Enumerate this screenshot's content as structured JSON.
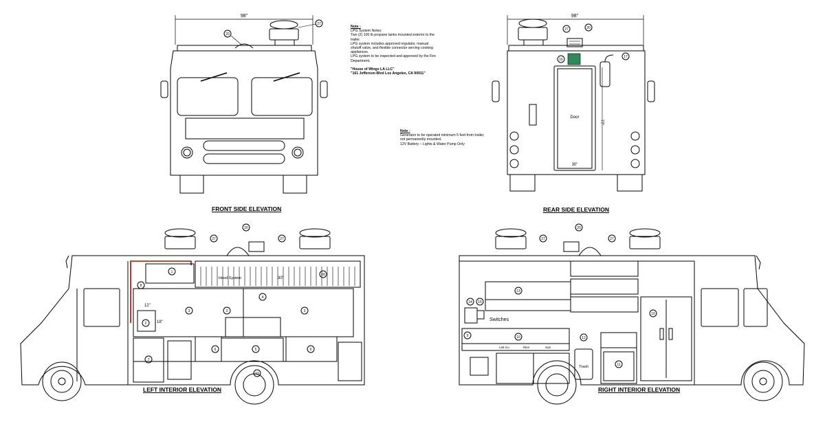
{
  "views": {
    "front_title": "FRONT SIDE ELEVATION",
    "rear_title": "REAR SIDE ELEVATION",
    "left_title": "LEFT INTERIOR ELEVATION",
    "right_title": "RIGHT INTERIOR ELEVATION"
  },
  "dimensions": {
    "front_width": "98\"",
    "rear_width": "98\"",
    "door_width": "30\"",
    "door_height": "77\"",
    "left_width_a": "12\"",
    "left_height_a": "18\"",
    "left_width_b": "30\""
  },
  "labels": {
    "door": "Door",
    "switches": "Switches",
    "trash": "Trash",
    "hood": "Hood System",
    "switch_a": "Lett Ico",
    "switch_b": "Rles",
    "switch_c": "Sub"
  },
  "note1": {
    "title": "Note :",
    "lines": [
      "LPG System Notes:",
      "Two (2) 100 lb propane tanks mounted exterior to the",
      "trailer.",
      "LPG system includes approved regulator, manual",
      "shutoff valve, and flexible connector serving cooking",
      "appliances.",
      "LPG system to be inspected and approved by the Fire",
      "Department."
    ],
    "owner": "\"House of Wings LA LLC\"",
    "address": "\"161 Jefferson Blvd Los Angeles, CA 90011\""
  },
  "note2": {
    "title": "Note :",
    "lines": [
      "Generator to be operated minimum 5 feet from trailer,",
      "not permanently mounted.",
      "12V Battery – Lights & Water Pump Only"
    ]
  },
  "callouts": {
    "front": [
      "20",
      "27"
    ],
    "rear": [
      "27",
      "20",
      "16",
      "17"
    ],
    "left_top": [
      "27",
      "20",
      "27"
    ],
    "left_inside": [
      "8",
      "1",
      "18",
      "2",
      "3",
      "3",
      "4",
      "3",
      "5",
      "6",
      "7",
      "6",
      "19"
    ],
    "right_top": [
      "27",
      "20",
      "27"
    ],
    "right_inside": [
      "13",
      "14",
      "15",
      "9",
      "10",
      "12",
      "11",
      "10"
    ]
  },
  "colors": {
    "line": "#000000",
    "accent": "#c00000"
  }
}
